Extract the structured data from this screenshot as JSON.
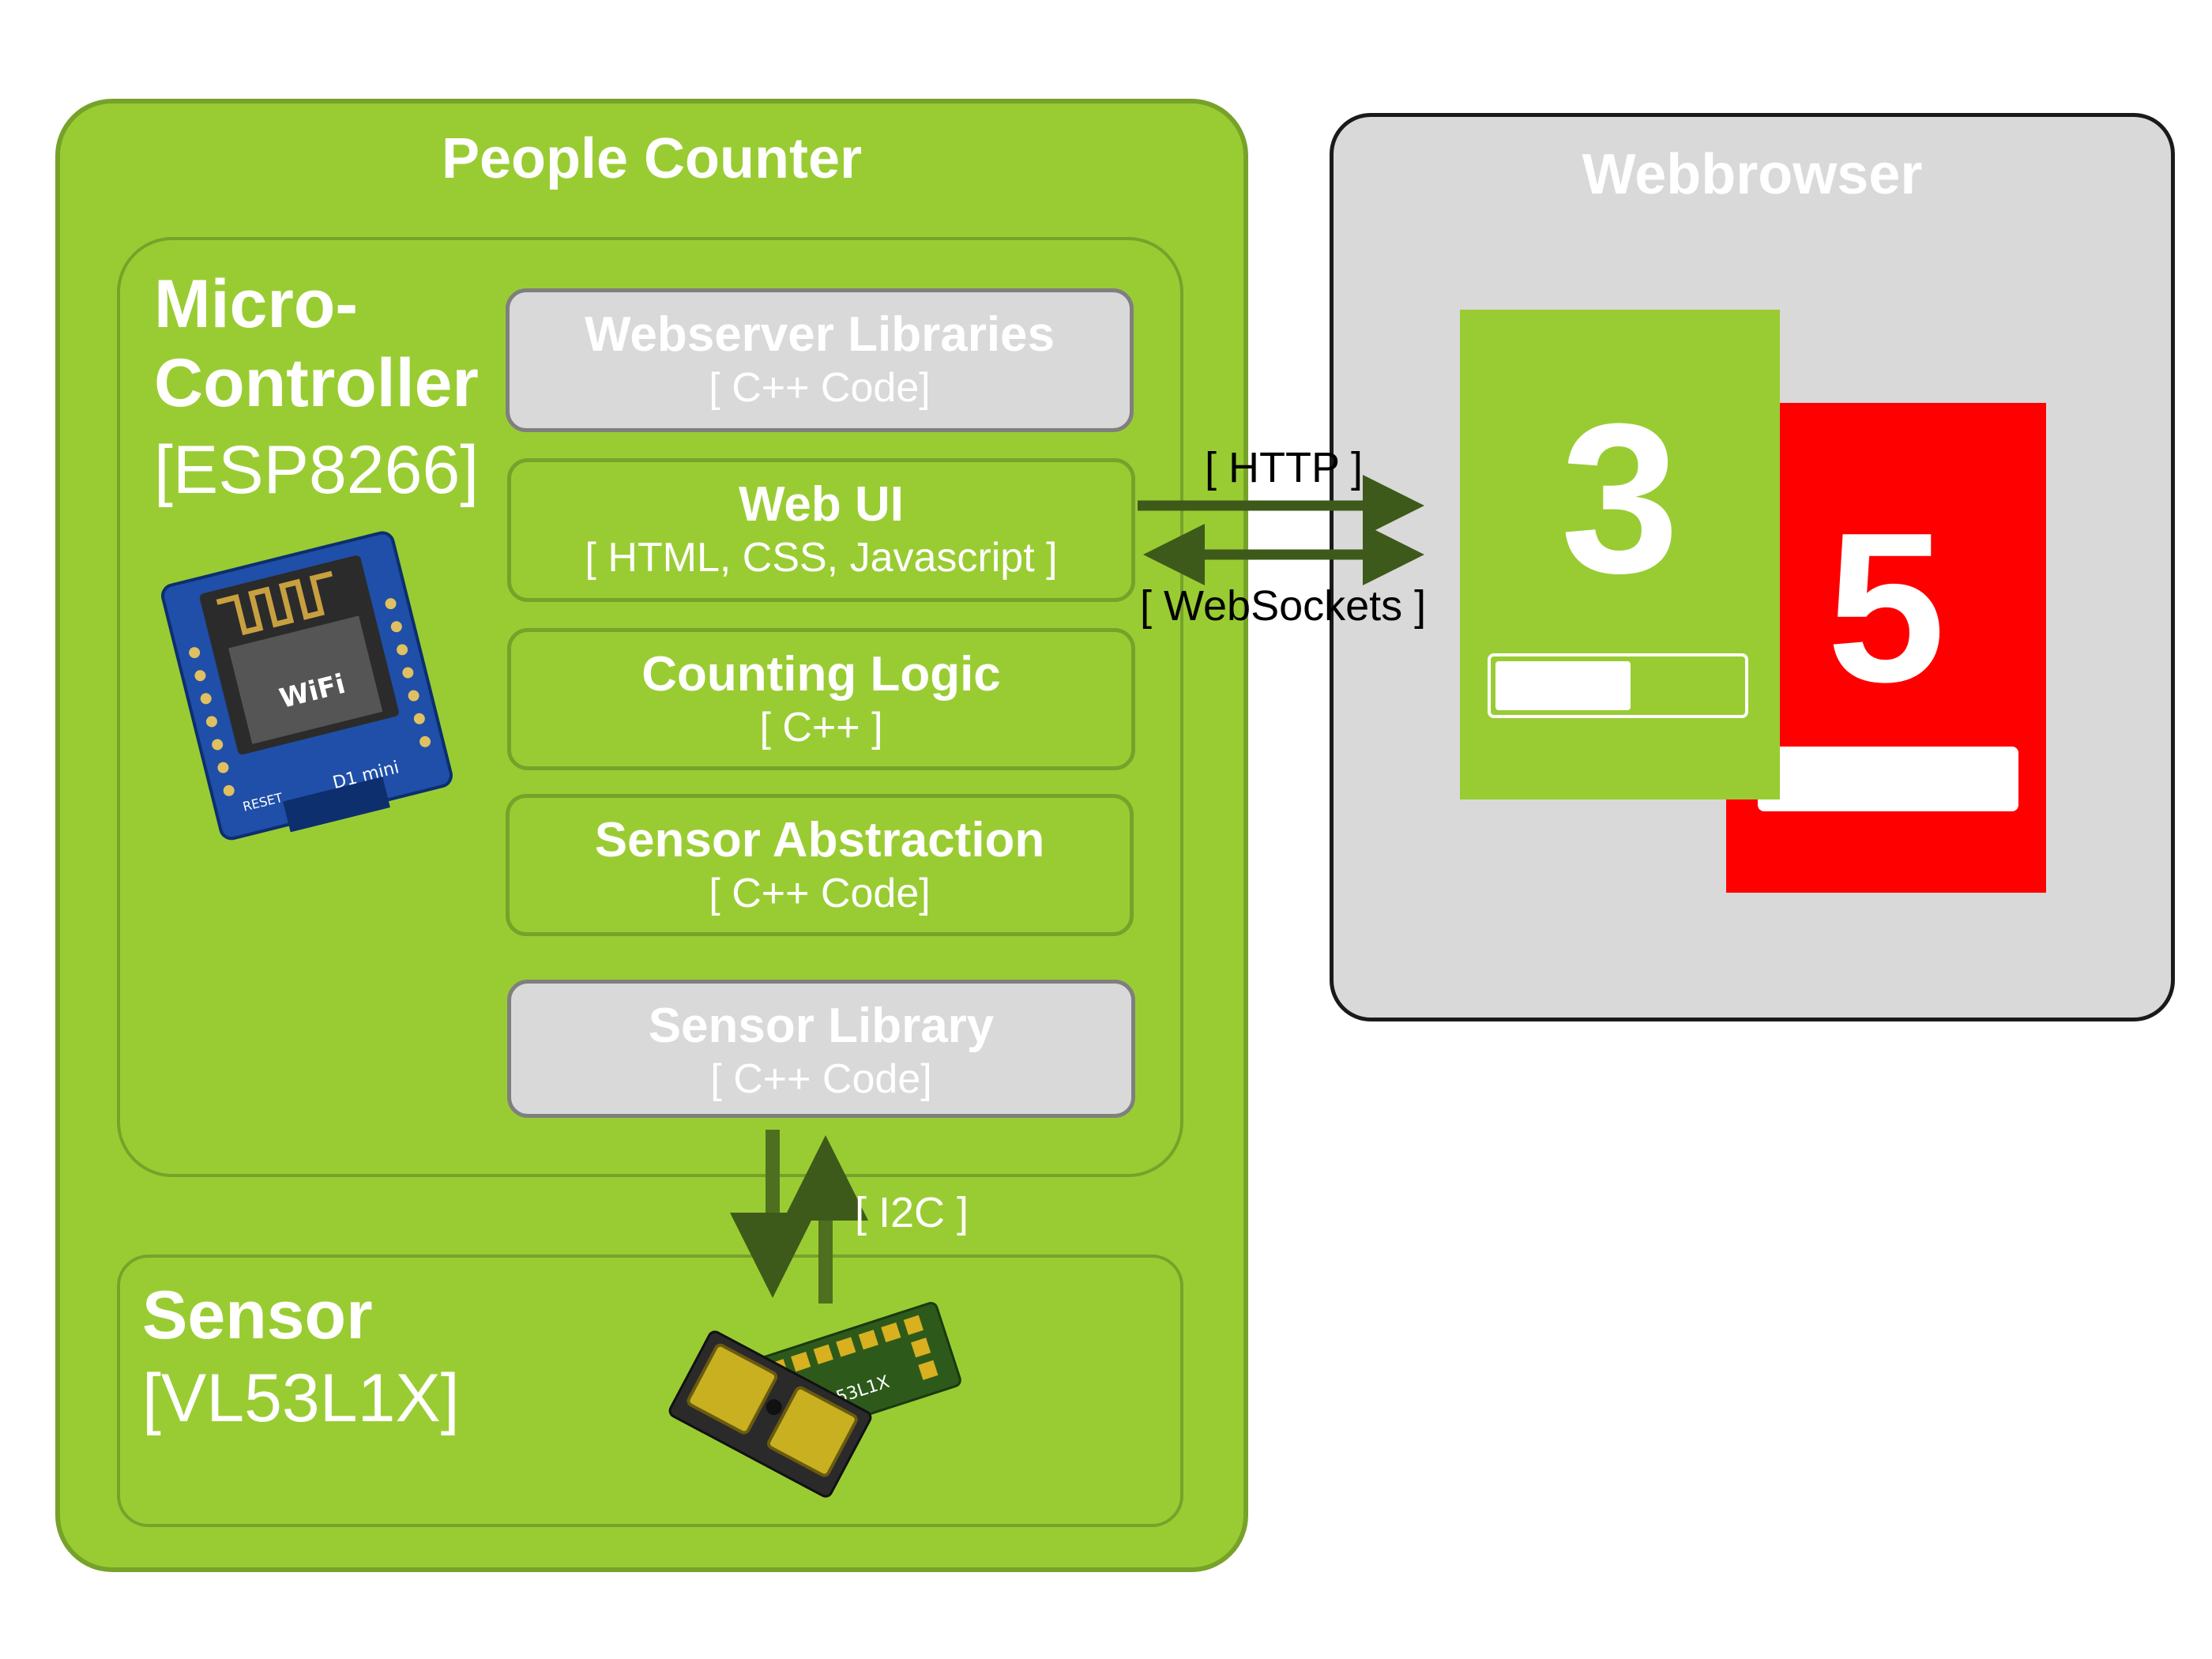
{
  "people_counter": {
    "title": "People Counter"
  },
  "microcontroller": {
    "title": "Micro-\nController",
    "subtitle": "[ESP8266]"
  },
  "layers": [
    {
      "title": "Webserver Libraries",
      "subtitle": "[ C++ Code]",
      "style": "gray"
    },
    {
      "title": "Web UI",
      "subtitle": "[ HTML, CSS, Javascript ]",
      "style": "green"
    },
    {
      "title": "Counting Logic",
      "subtitle": "[ C++ ]",
      "style": "green"
    },
    {
      "title": "Sensor Abstraction",
      "subtitle": "[ C++ Code]",
      "style": "green"
    },
    {
      "title": "Sensor Library",
      "subtitle": "[ C++ Code]",
      "style": "gray"
    }
  ],
  "sensor": {
    "title": "Sensor",
    "subtitle": "[VL53L1X]"
  },
  "webbrowser": {
    "title": "Webbrowser",
    "cards": [
      {
        "value": "3",
        "color": "#99cc33",
        "progress": 0.55
      },
      {
        "value": "5",
        "color": "#ff0000",
        "progress": 1.0
      }
    ]
  },
  "connections": {
    "http": "[ HTTP ]",
    "websockets": "[ WebSockets ]",
    "i2c": "[ I2C ]"
  },
  "board_labels": {
    "d1_mini": "D1 mini",
    "reset": "RESET",
    "wifi": "WiFi",
    "chip": "VL53L1X"
  },
  "colors": {
    "green": "#99cc33",
    "green_border": "#77a22a",
    "gray": "#d9d9d9",
    "arrow": "#3e5a1a",
    "red": "#ff0000"
  }
}
